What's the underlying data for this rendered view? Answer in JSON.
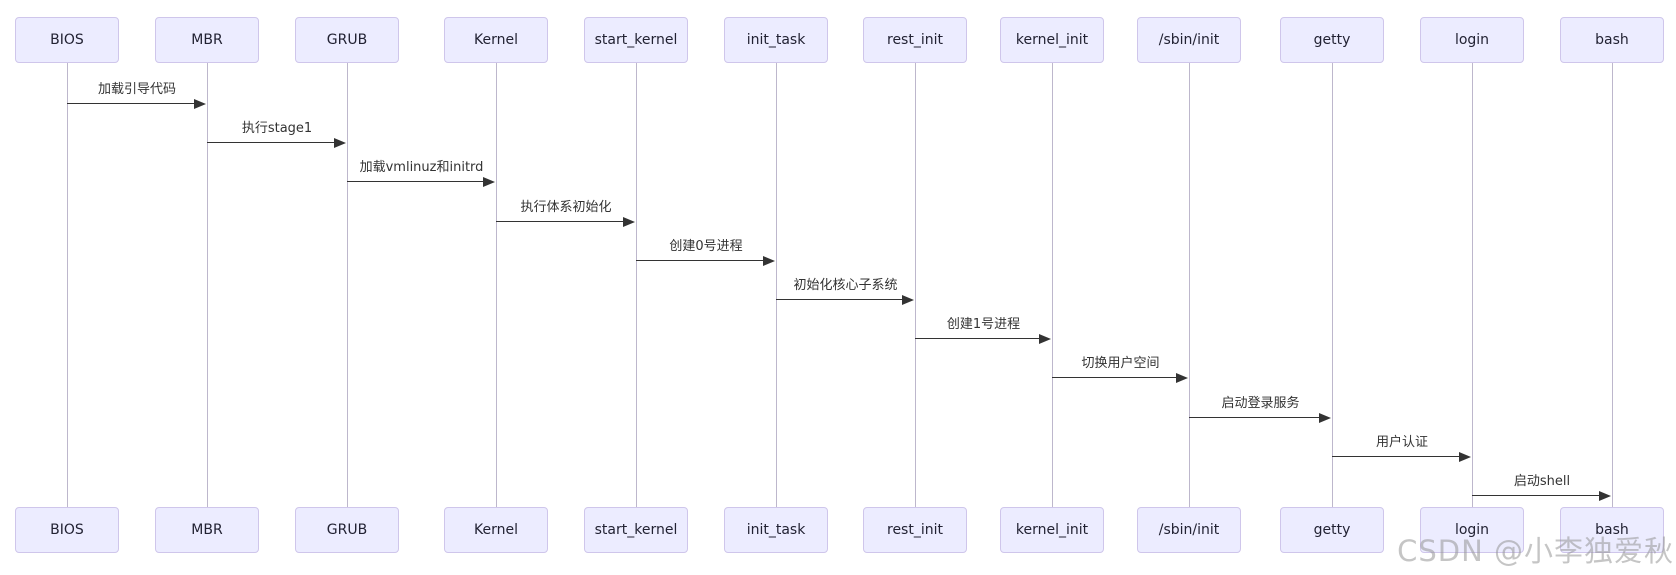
{
  "diagram": {
    "participants": [
      "BIOS",
      "MBR",
      "GRUB",
      "Kernel",
      "start_kernel",
      "init_task",
      "rest_init",
      "kernel_init",
      "/sbin/init",
      "getty",
      "login",
      "bash"
    ],
    "messages": [
      {
        "from": "BIOS",
        "to": "MBR",
        "label": "加载引导代码"
      },
      {
        "from": "MBR",
        "to": "GRUB",
        "label": "执行stage1"
      },
      {
        "from": "GRUB",
        "to": "Kernel",
        "label": "加载vmlinuz和initrd"
      },
      {
        "from": "Kernel",
        "to": "start_kernel",
        "label": "执行体系初始化"
      },
      {
        "from": "start_kernel",
        "to": "init_task",
        "label": "创建0号进程"
      },
      {
        "from": "init_task",
        "to": "rest_init",
        "label": "初始化核心子系统"
      },
      {
        "from": "rest_init",
        "to": "kernel_init",
        "label": "创建1号进程"
      },
      {
        "from": "kernel_init",
        "to": "/sbin/init",
        "label": "切换用户空间"
      },
      {
        "from": "/sbin/init",
        "to": "getty",
        "label": "启动登录服务"
      },
      {
        "from": "getty",
        "to": "login",
        "label": "用户认证"
      },
      {
        "from": "login",
        "to": "bash",
        "label": "启动shell"
      }
    ]
  },
  "watermark": {
    "text": "CSDN @小李独爱秋"
  },
  "colors": {
    "actor_fill": "#ECECFF",
    "actor_border": "#CFC6EB",
    "lifeline": "#BDB7CC",
    "message": "#333333",
    "watermark_gray": "#C9C9C9"
  }
}
